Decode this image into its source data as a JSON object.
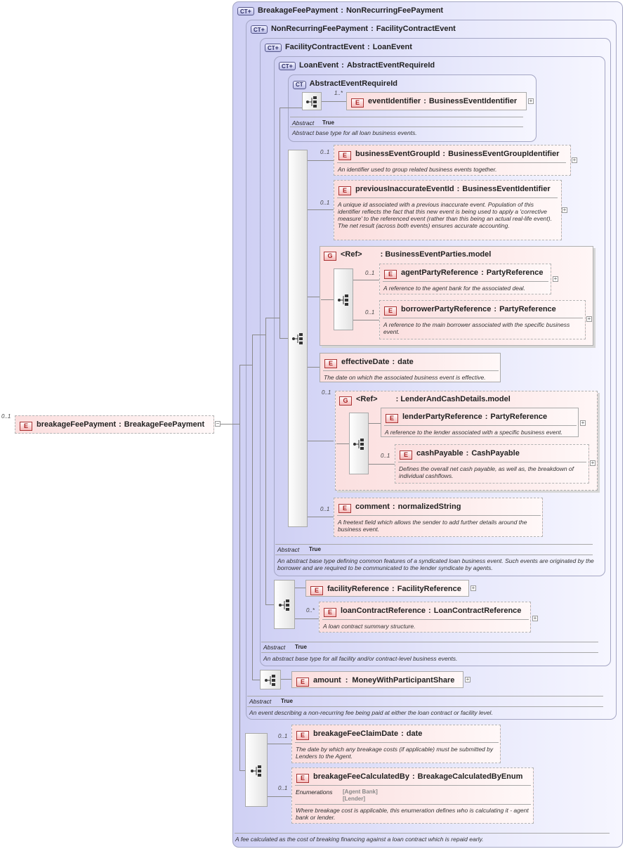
{
  "breakage_fee_payment": {
    "cardinality": "0..1",
    "name": "breakageFeePayment",
    "type": "BreakageFeePayment"
  },
  "ct_breakage": {
    "name": "BreakageFeePayment",
    "base": "NonRecurringFeePayment",
    "doc": "A fee calculated as the cost of breaking financing against a loan contract which is repaid early."
  },
  "ct_nonrecurring": {
    "name": "NonRecurringFeePayment",
    "base": "FacilityContractEvent",
    "abstract_label": "Abstract",
    "abstract_value": "True",
    "doc": "An event describing a non-recurring fee being paid at either the loan contract or facility level."
  },
  "ct_facility": {
    "name": "FacilityContractEvent",
    "base": "LoanEvent",
    "abstract_label": "Abstract",
    "abstract_value": "True",
    "doc": "An abstract base type for all facility and/or contract-level business events."
  },
  "ct_loanevent": {
    "name": "LoanEvent",
    "base": "AbstractEventRequireId",
    "abstract_label": "Abstract",
    "abstract_value": "True",
    "doc": "An abstract base type defining common features of a syndicated loan business event. Such events are originated by the borrower and are required to be communicated to the lender syndicate by agents."
  },
  "ct_abstract": {
    "name": "AbstractEventRequireId",
    "abstract_label": "Abstract",
    "abstract_value": "True",
    "doc": "Abstract base type for all loan business events."
  },
  "elements": {
    "event_identifier": {
      "card": "1..*",
      "name": "eventIdentifier",
      "type": "BusinessEventIdentifier"
    },
    "business_event_group_id": {
      "card": "0..1",
      "name": "businessEventGroupId",
      "type": "BusinessEventGroupIdentifier",
      "doc": "An identifier used to group related business events together."
    },
    "previous_inaccurate_event_id": {
      "card": "0..1",
      "name": "previousInaccurateEventId",
      "type": "BusinessEventIdentifier",
      "doc": "A unique id associated with a previous inaccurate event. Population of this identifier reflects the fact that this new event is being used to apply a 'corrective measure' to the referenced event (rather than this being an actual real-life event). The net result (across both events) ensures accurate accounting."
    },
    "agent_party_reference": {
      "card": "0..1",
      "name": "agentPartyReference",
      "type": "PartyReference",
      "doc": "A reference to the agent bank for the associated deal."
    },
    "borrower_party_reference": {
      "card": "0..1",
      "name": "borrowerPartyReference",
      "type": "PartyReference",
      "doc": "A reference to the main borrower associated with the specific business event."
    },
    "effective_date": {
      "name": "effectiveDate",
      "type": "date",
      "doc": "The date on which the associated business event is effective."
    },
    "lender_party_reference": {
      "name": "lenderPartyReference",
      "type": "PartyReference",
      "doc": "A reference to the lender associated with a specific business event."
    },
    "cash_payable": {
      "card": "0..1",
      "name": "cashPayable",
      "type": "CashPayable",
      "doc": "Defines the overall net cash payable, as well as, the breakdown of individual cashflows."
    },
    "comment": {
      "card": "0..1",
      "name": "comment",
      "type": "normalizedString",
      "doc": "A freetext field which allows the sender to add further details around the business event."
    },
    "facility_reference": {
      "name": "facilityReference",
      "type": "FacilityReference"
    },
    "loan_contract_reference": {
      "card": "0..*",
      "name": "loanContractReference",
      "type": "LoanContractReference",
      "doc": "A loan contract summary structure."
    },
    "amount": {
      "name": "amount",
      "type": "MoneyWithParticipantShare"
    },
    "breakage_fee_claim_date": {
      "card": "0..1",
      "name": "breakageFeeClaimDate",
      "type": "date",
      "doc": "The date by which any breakage costs (if applicable) must be submitted by Lenders to the Agent."
    },
    "breakage_fee_calculated_by": {
      "card": "0..1",
      "name": "breakageFeeCalculatedBy",
      "type": "BreakageCalculatedByEnum",
      "enum_label": "Enumerations",
      "enum_values": [
        "[Agent Bank]",
        "[Lender]"
      ],
      "doc": "Where breakage cost is applicable, this enumeration defines who is calculating it - agent bank or lender."
    }
  },
  "groups": {
    "business_event_parties": {
      "ref": "<Ref>",
      "name": "BusinessEventParties.model"
    },
    "lender_and_cash_details": {
      "card": "0..1",
      "ref": "<Ref>",
      "name": "LenderAndCashDetails.model"
    }
  },
  "badges": {
    "ct": "CT",
    "element": "E",
    "group": "G",
    "sep": ":"
  }
}
